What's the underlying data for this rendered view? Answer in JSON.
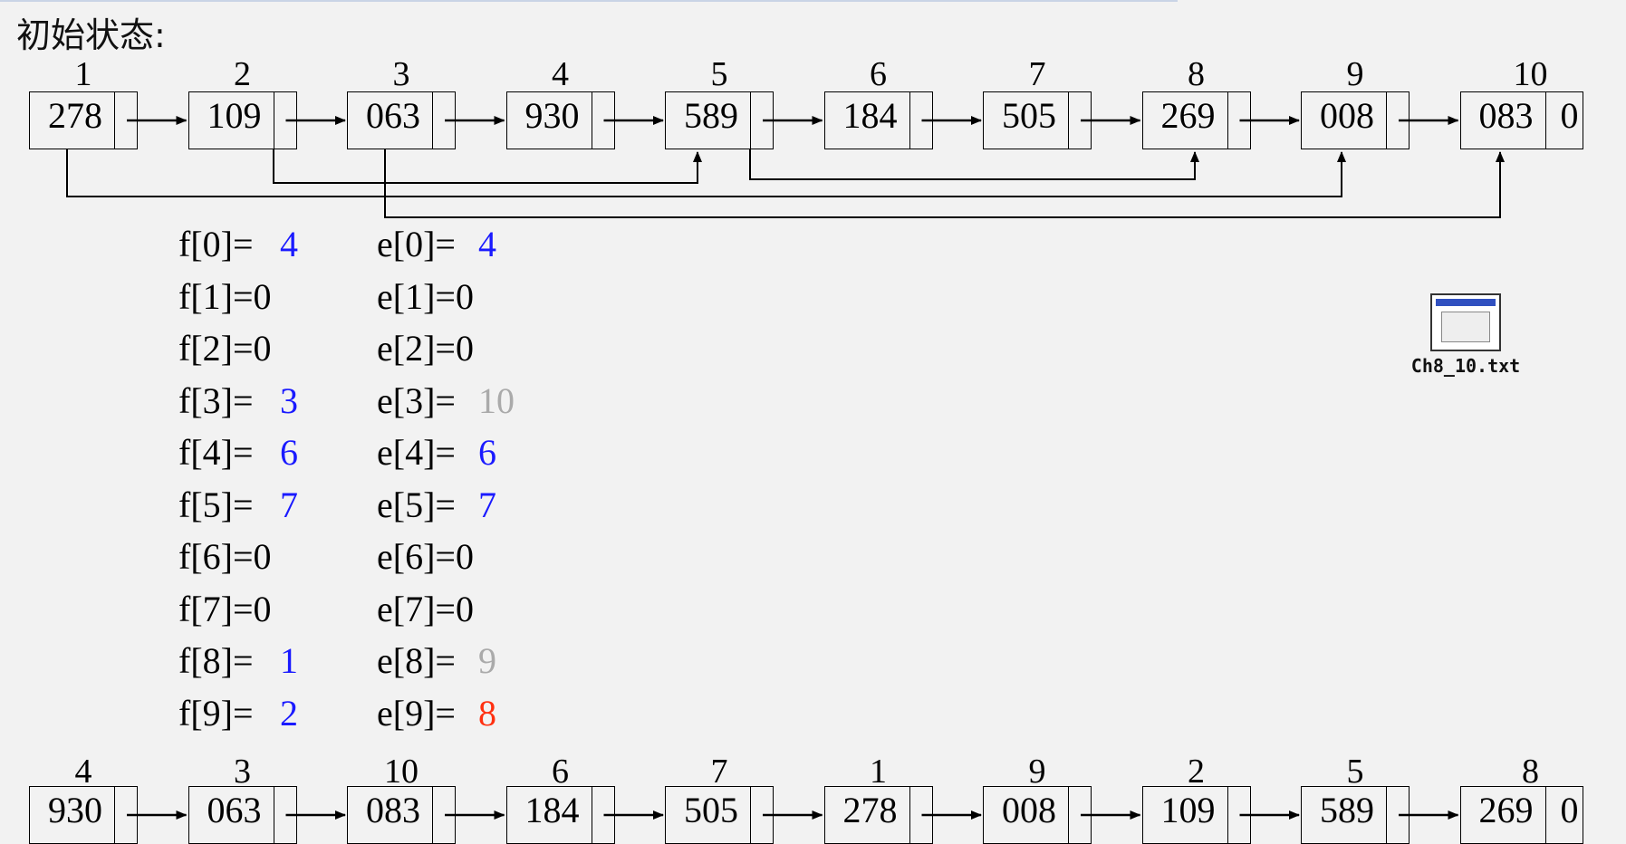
{
  "title": "初始状态:",
  "top_list": {
    "indices": [
      "1",
      "2",
      "3",
      "4",
      "5",
      "6",
      "7",
      "8",
      "9",
      "10"
    ],
    "values": [
      "278",
      "109",
      "063",
      "930",
      "589",
      "184",
      "505",
      "269",
      "008",
      "083"
    ],
    "null_label": "0"
  },
  "bottom_list": {
    "indices": [
      "4",
      "3",
      "10",
      "6",
      "7",
      "1",
      "9",
      "2",
      "5",
      "8"
    ],
    "values": [
      "930",
      "063",
      "083",
      "184",
      "505",
      "278",
      "008",
      "109",
      "589",
      "269"
    ],
    "null_label": "0"
  },
  "f_array": [
    {
      "label": "f[0]=",
      "value": "4",
      "color": "blue"
    },
    {
      "label": "f[1]=",
      "value": "0",
      "color": "black"
    },
    {
      "label": "f[2]=",
      "value": "0",
      "color": "black"
    },
    {
      "label": "f[3]=",
      "value": "3",
      "color": "blue"
    },
    {
      "label": "f[4]=",
      "value": "6",
      "color": "blue"
    },
    {
      "label": "f[5]=",
      "value": "7",
      "color": "blue"
    },
    {
      "label": "f[6]=",
      "value": "0",
      "color": "black"
    },
    {
      "label": "f[7]=",
      "value": "0",
      "color": "black"
    },
    {
      "label": "f[8]=",
      "value": "1",
      "color": "blue"
    },
    {
      "label": "f[9]=",
      "value": "2",
      "color": "blue"
    }
  ],
  "e_array": [
    {
      "label": "e[0]=",
      "value": "4",
      "color": "blue"
    },
    {
      "label": "e[1]=",
      "value": "0",
      "color": "black"
    },
    {
      "label": "e[2]=",
      "value": "0",
      "color": "black"
    },
    {
      "label": "e[3]=",
      "value": "10",
      "color": "gray"
    },
    {
      "label": "e[4]=",
      "value": "6",
      "color": "blue"
    },
    {
      "label": "e[5]=",
      "value": "7",
      "color": "blue"
    },
    {
      "label": "e[6]=",
      "value": "0",
      "color": "black"
    },
    {
      "label": "e[7]=",
      "value": "0",
      "color": "black"
    },
    {
      "label": "e[8]=",
      "value": "9",
      "color": "gray"
    },
    {
      "label": "e[9]=",
      "value": "8",
      "color": "red"
    }
  ],
  "file_icon": {
    "name": "Ch8_10.txt",
    "icon": "document-window-icon"
  }
}
